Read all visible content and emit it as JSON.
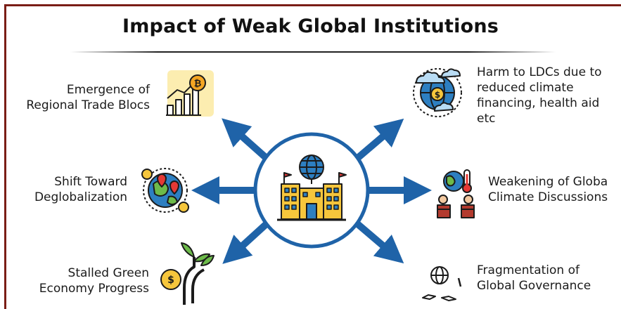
{
  "title": "Impact of Weak Global Institutions",
  "colors": {
    "frame": "#7a1d16",
    "arrow": "#1f63a8",
    "circle_border": "#1f63a8",
    "building_yellow": "#f6c63c",
    "globe_blue": "#2d7fc1"
  },
  "center": {
    "icon": "institution-building-globe-icon"
  },
  "items": [
    {
      "id": "trade-blocs",
      "lines": [
        "Emergence of",
        "Regional Trade Blocs"
      ],
      "icon": "growth-chart-bitcoin-icon"
    },
    {
      "id": "deglobalization",
      "lines": [
        "Shift Toward",
        "Deglobalization"
      ],
      "icon": "globe-map-pins-icon"
    },
    {
      "id": "green-economy",
      "lines": [
        "Stalled Green",
        "Economy Progress"
      ],
      "icon": "money-plant-growth-icon"
    },
    {
      "id": "ldc-harm",
      "lines": [
        "Harm to LDCs due to",
        "reduced climate",
        "financing, health aid",
        "etc"
      ],
      "icon": "globe-clouds-dollar-icon"
    },
    {
      "id": "climate-discussions",
      "lines": [
        "Weakening of Globa",
        "Climate Discussions"
      ],
      "icon": "climate-debate-podiums-icon"
    },
    {
      "id": "fragmentation",
      "lines": [
        "Fragmentation of",
        "Global Governance"
      ],
      "icon": "broken-globe-icon"
    }
  ]
}
